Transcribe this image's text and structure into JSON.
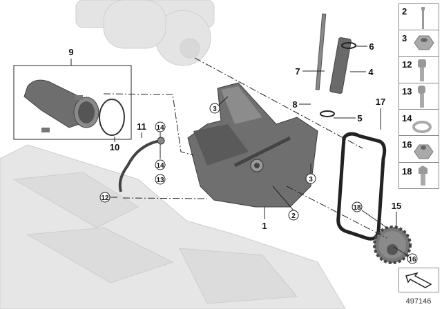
{
  "diagram": {
    "callouts": {
      "c1": "1",
      "c2": "2",
      "c3a": "3",
      "c3b": "3",
      "c4": "4",
      "c5": "5",
      "c6": "6",
      "c7": "7",
      "c8": "8",
      "c9": "9",
      "c10": "10",
      "c11": "11",
      "c12": "12",
      "c13": "13",
      "c14a": "14",
      "c14b": "14",
      "c15": "15",
      "c16": "16",
      "c17": "17",
      "c18": "18"
    },
    "parts_panel": [
      "2",
      "3",
      "12",
      "13",
      "14",
      "16",
      "18"
    ],
    "diagram_number": "497146"
  }
}
